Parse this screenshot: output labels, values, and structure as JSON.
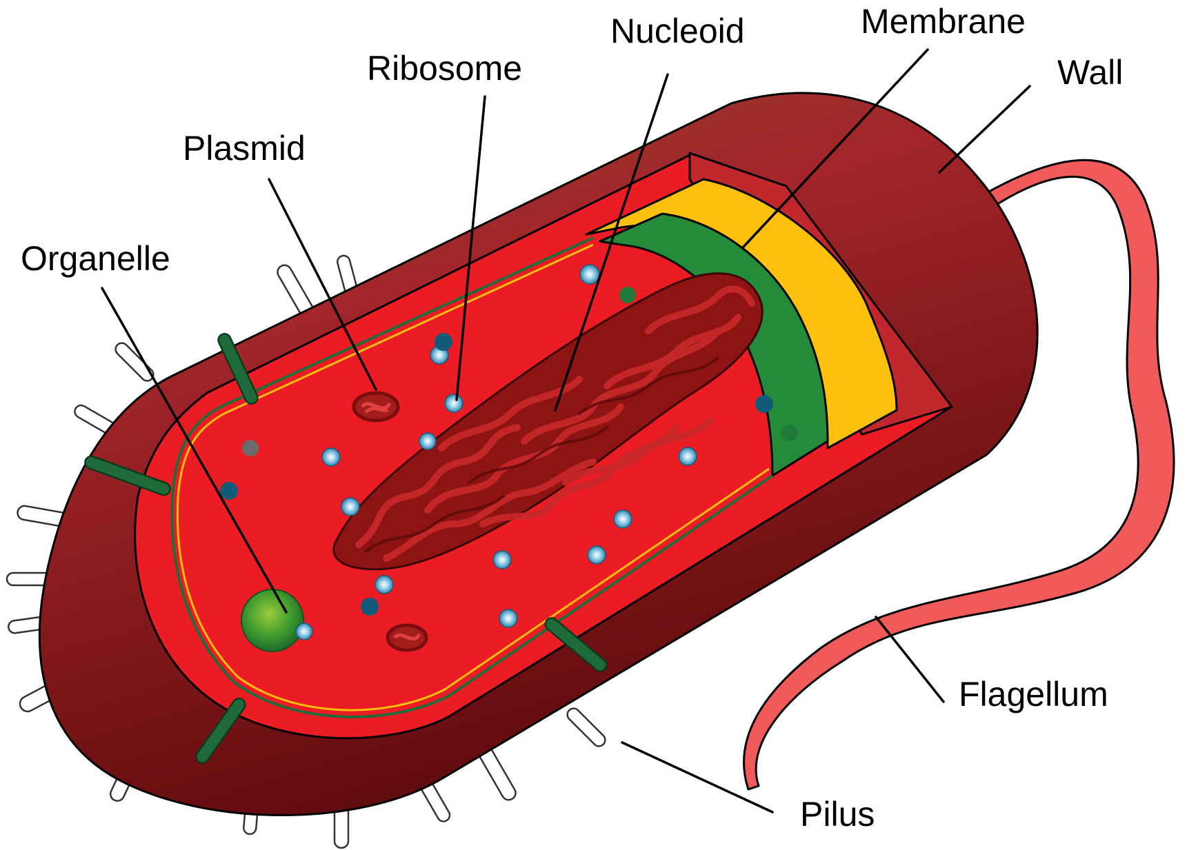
{
  "labels": {
    "membrane": "Membrane",
    "nucleoid": "Nucleoid",
    "ribosome": "Ribosome",
    "wall": "Wall",
    "plasmid": "Plasmid",
    "organelle": "Organelle",
    "flagellum": "Flagellum",
    "pilus": "Pilus"
  },
  "colors": {
    "wall_light": "#a0272a",
    "wall_dark": "#6a0d0f",
    "wall_brown": "#8a3a28",
    "cytoplasm": "#ec1c24",
    "capsule_ring": "#c1272d",
    "membrane_yellow": "#fcc00d",
    "membrane_green": "#238b3a",
    "pilus_green": "#1f6b3a",
    "flagellum": "#f05a5a",
    "ribosome": "#4fa7c9",
    "ribosome_dark": "#105a7a",
    "nucleoid": "#8e1414",
    "organelle": "#3f9a2e"
  },
  "icons": [
    "organelle-sphere-icon",
    "ribosome-icon",
    "plasmid-icon",
    "nucleoid-icon",
    "pilus-icon",
    "flagellum-icon"
  ]
}
